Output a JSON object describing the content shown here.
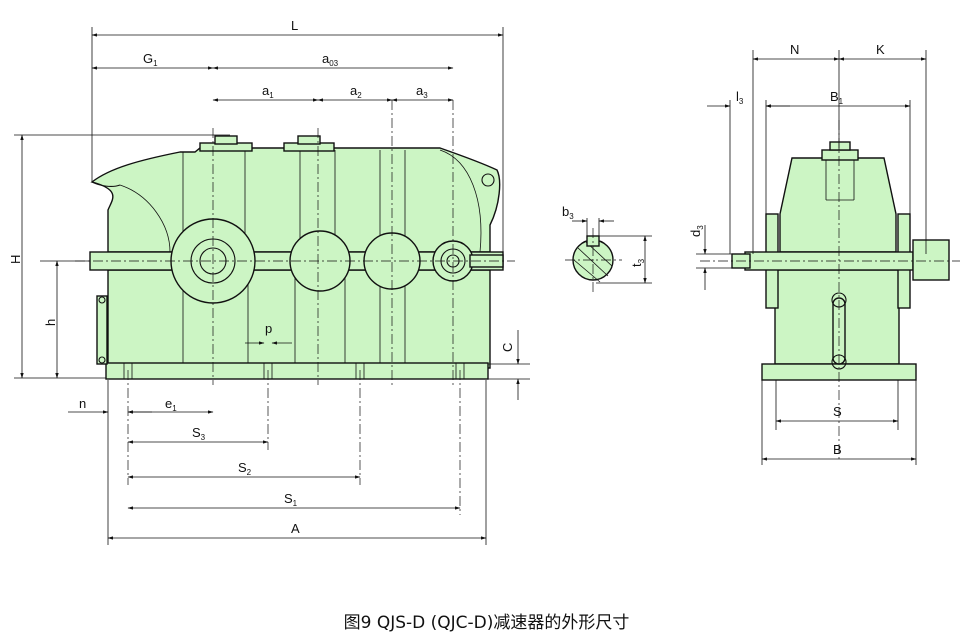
{
  "caption": "图9  QJS-D  (QJC-D)减速器的外形尺寸",
  "colors": {
    "body_fill": "#ccf5c4",
    "line": "#111111",
    "background": "#ffffff"
  },
  "front_view": {
    "L": "L",
    "G": "G",
    "G_sub": "1",
    "a": "a",
    "a03_sub": "03",
    "a1_sub": "1",
    "a2_sub": "2",
    "a3_sub": "3",
    "H": "H",
    "h": "h",
    "C": "C",
    "p": "p",
    "n": "n",
    "e": "e",
    "e1_sub": "1",
    "S": "S",
    "S3_sub": "3",
    "S2_sub": "2",
    "S1_sub": "1",
    "A": "A"
  },
  "shaft_section": {
    "b": "b",
    "b3_sub": "3",
    "t": "t",
    "t3_sub": "3"
  },
  "side_view": {
    "N": "N",
    "K": "K",
    "l": "l",
    "l3_sub": "3",
    "B": "B",
    "B1_sub": "1",
    "d": "d",
    "d3_sub": "3",
    "S": "S",
    "B_bottom": "B"
  }
}
